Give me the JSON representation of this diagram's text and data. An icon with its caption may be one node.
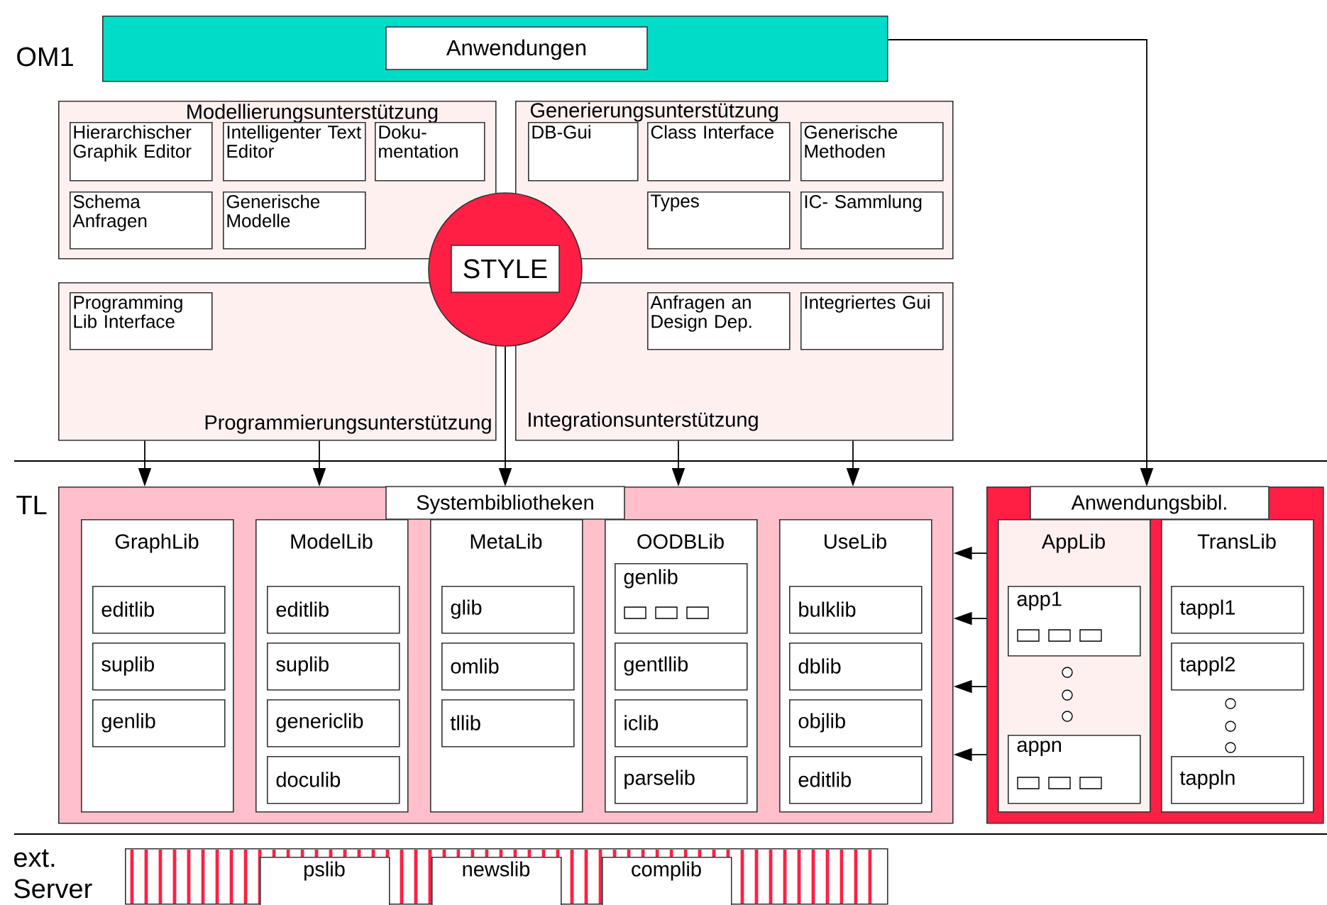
{
  "diagram": {
    "nodes": [
      {
        "text": [
          "Anwendungen"
        ]
      },
      {
        "text": [
          "Modellierungsunterstützung"
        ]
      },
      {
        "text": [
          "Hierarchischer Graphik Editor"
        ],
        "in": 1
      },
      {
        "text": [
          "Intelligenter Text Editor"
        ],
        "in": 1
      },
      {
        "text": [
          "Doku- mentation"
        ],
        "in": 1
      },
      {
        "text": [
          "Schema Anfragen"
        ],
        "in": 1
      },
      {
        "text": [
          "Generische Modelle"
        ],
        "in": 1
      },
      {
        "text": [
          "Generierungsunterstützung"
        ]
      },
      {
        "text": [
          "DB-Gui"
        ],
        "in": 7
      },
      {
        "text": [
          "Class Interface"
        ],
        "in": 7
      },
      {
        "text": [
          "Generische Methoden"
        ],
        "in": 7
      },
      {
        "text": [
          "Types"
        ],
        "in": 7
      },
      {
        "text": [
          "IC- Sammlung"
        ],
        "in": 7
      },
      {
        "text": [
          "Programmierungsunterstützung"
        ]
      },
      {
        "text": [
          "Programming Lib Interface"
        ],
        "in": 13
      },
      {
        "text": [
          "Integrationsunterstützung"
        ]
      },
      {
        "text": [
          "Anfragen an Design Dep."
        ],
        "in": 15
      },
      {
        "text": [
          "Integriertes Gui"
        ],
        "in": 15
      },
      {
        "text": [
          "STYLE"
        ]
      },
      {
        "text": [
          "Systembibliotheken"
        ]
      },
      {
        "text": [
          "GraphLib"
        ],
        "in": 19
      },
      {
        "text": [
          "editlib"
        ],
        "in": 20
      },
      {
        "text": [
          "suplib"
        ],
        "in": 20
      },
      {
        "text": [
          "genlib"
        ],
        "in": 20
      },
      {
        "text": [
          "ModelLib"
        ],
        "in": 19
      },
      {
        "text": [
          "editlib"
        ],
        "in": 24
      },
      {
        "text": [
          "suplib"
        ],
        "in": 24
      },
      {
        "text": [
          "genericlib"
        ],
        "in": 24
      },
      {
        "text": [
          "doculib"
        ],
        "in": 24
      },
      {
        "text": [
          "MetaLib"
        ],
        "in": 19
      },
      {
        "text": [
          "glib"
        ],
        "in": 29
      },
      {
        "text": [
          "omlib"
        ],
        "in": 29
      },
      {
        "text": [
          "tllib"
        ],
        "in": 29
      },
      {
        "text": [
          "OODBLib"
        ],
        "in": 19
      },
      {
        "text": [
          "genlib"
        ],
        "in": 33
      },
      {
        "text": [
          "gentllib"
        ],
        "in": 33
      },
      {
        "text": [
          "iclib"
        ],
        "in": 33
      },
      {
        "text": [
          "parselib"
        ],
        "in": 33
      },
      {
        "text": [
          "UseLib"
        ],
        "in": 19
      },
      {
        "text": [
          "bulklib"
        ],
        "in": 38
      },
      {
        "text": [
          "dblib"
        ],
        "in": 38
      },
      {
        "text": [
          "objlib"
        ],
        "in": 38
      },
      {
        "text": [
          "editlib"
        ],
        "in": 38
      },
      {
        "text": [
          "Anwendungsbibl."
        ]
      },
      {
        "text": [
          "AppLib"
        ],
        "in": 43
      },
      {
        "text": [
          "app1"
        ],
        "in": 44
      },
      {
        "text": [
          "appn"
        ],
        "in": 44
      },
      {
        "text": [
          "TransLib"
        ],
        "in": 43
      },
      {
        "text": [
          "tappl1"
        ],
        "in": 47
      },
      {
        "text": [
          "tappl2"
        ],
        "in": 47
      },
      {
        "text": [
          "tappln"
        ],
        "in": 47
      },
      {
        "text": [],
        "shape": "bar"
      },
      {
        "text": [
          "pslib"
        ],
        "in": 51
      },
      {
        "text": [
          "newslib"
        ],
        "in": 51
      },
      {
        "text": [
          "complib"
        ],
        "in": 51
      }
    ],
    "edges": [
      {
        "from": 0,
        "to": 43,
        "arrow": "to"
      },
      {
        "from": 13,
        "to": 19,
        "arrow": "to"
      },
      {
        "from": 13,
        "to": 19,
        "arrow": "to"
      },
      {
        "from": 18,
        "to": 19,
        "arrow": "to"
      },
      {
        "from": 15,
        "to": 19,
        "arrow": "to"
      },
      {
        "from": 15,
        "to": 19,
        "arrow": "to"
      },
      {
        "from": 43,
        "to": 19,
        "arrow": "to"
      },
      {
        "from": 43,
        "to": 19,
        "arrow": "to"
      },
      {
        "from": 43,
        "to": 19,
        "arrow": "to"
      },
      {
        "from": 43,
        "to": 19,
        "arrow": "to"
      }
    ],
    "labels": [
      "OM1",
      "TL",
      "ext. Server"
    ]
  }
}
